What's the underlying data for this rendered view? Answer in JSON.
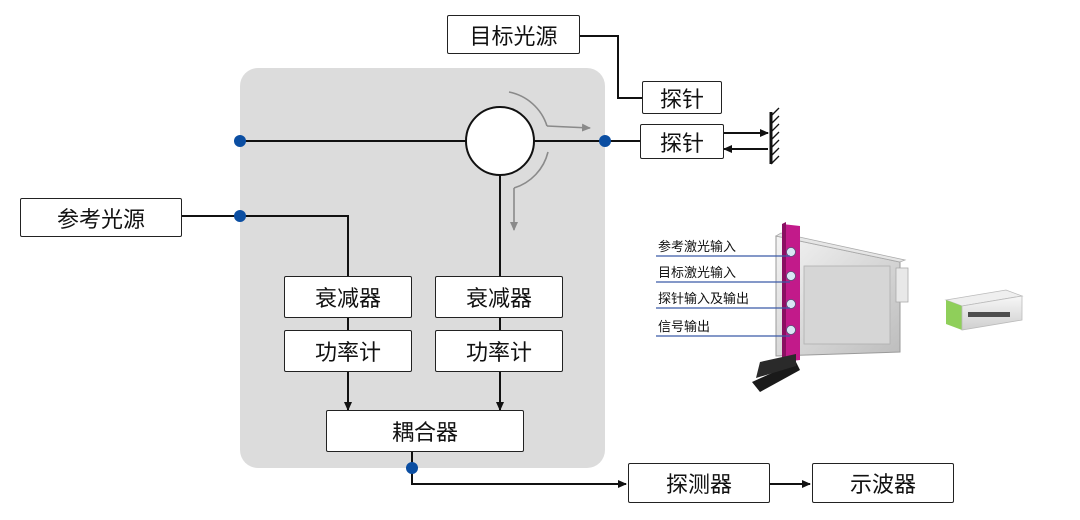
{
  "blocks": {
    "target_source": "目标光源",
    "probe_top": "探针",
    "probe_right": "探针",
    "ref_source": "参考光源",
    "attenuator_left": "衰减器",
    "attenuator_right": "衰减器",
    "power_meter_left": "功率计",
    "power_meter_right": "功率计",
    "coupler": "耦合器",
    "detector": "探测器",
    "oscilloscope": "示波器"
  },
  "module_panel": {
    "ports": [
      "参考激光输入",
      "目标激光输入",
      "探针输入及输出",
      "信号输出"
    ]
  },
  "colors": {
    "node": "#0b4ea2",
    "panel": "#dcdcdc",
    "line": "#111111",
    "arrow_gray": "#8a8a8a"
  }
}
